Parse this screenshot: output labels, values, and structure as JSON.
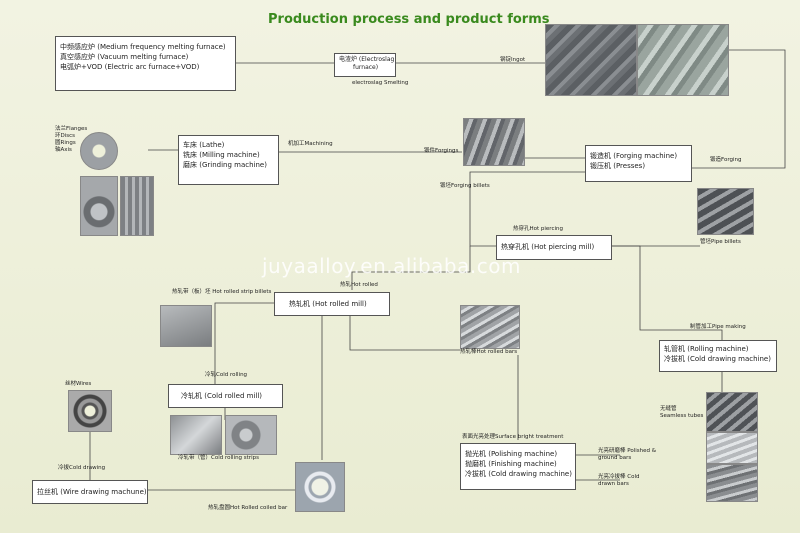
{
  "title": "Production process and product forms",
  "watermark": "juyaalloy.en.alibaba.com",
  "boxes": {
    "furnace": [
      "中频感应炉 (Medium frequency melting furnace)",
      "真空感应炉 (Vacuum melting furnace)",
      "电弧炉+VOD (Electric arc furnace+VOD)"
    ],
    "esr": [
      "电渣炉 (Electroslag",
      "furnace)"
    ],
    "machining": [
      "车床 (Lathe)",
      "铣床 (Milling machine)",
      "磨床 (Grinding machine)"
    ],
    "forging": [
      "锻造机 (Forging machine)",
      "锻压机 (Presses)"
    ],
    "hot_piercing": [
      "热穿孔机 (Hot piercing mill)"
    ],
    "hot_rolled": [
      "热轧机 (Hot rolled mill)"
    ],
    "cold_rolled": [
      "冷轧机 (Cold rolled mill)"
    ],
    "rolling": [
      "轧管机 (Rolling machine)",
      "冷拔机 (Cold drawing machine)"
    ],
    "polishing": [
      "抛光机 (Polishing machine)",
      "抛磨机 (Finishing machine)",
      "冷拔机 (Cold drawing machine)"
    ],
    "wire": [
      "拉丝机 (Wire drawing machune)"
    ]
  },
  "labels": {
    "esr_smelting": "electroslag Smelting",
    "ingot": "钢锭Ingot",
    "flanges": "法兰Flanges",
    "discs": "环Discs",
    "rings": "圆Rings",
    "axis": "轴Axis",
    "machining": "机加工Machining",
    "forgings": "锻件Forgings",
    "forging": "锻造Forging",
    "forging_billets": "锻坯Forging billets",
    "hot_piercing": "热穿孔Hot piercing",
    "pipe_billets": "管坯Pipe billets",
    "hot_rolled": "热轧Hot rolled",
    "hot_strip_billets": "热轧带（板）坯 Hot rolled strip billets",
    "hot_rolled_bars": "热轧棒Hot rolled bars",
    "pipe_making": "制管加工Pipe making",
    "cold_rolling": "冷轧Cold rolling",
    "wires": "丝材Wires",
    "cold_drawing": "冷拔Cold drawing",
    "cold_strips": "冷轧带（管）Cold rolling strips",
    "hot_coiled_bar": "热轧盘圆Hot Rolled coiled bar",
    "surface_treatment": "表面光亮处理Surface bright treatment",
    "polish_bars": "光亮研磨棒 Polished & ground bars",
    "cold_bars": "光亮冷拔棒 Cold drawn bars",
    "seamless_tubes": "无缝管 Seamless tubes"
  },
  "colors": {
    "title": "#3a8a1e",
    "background": "#eef0da",
    "line": "#444444"
  }
}
